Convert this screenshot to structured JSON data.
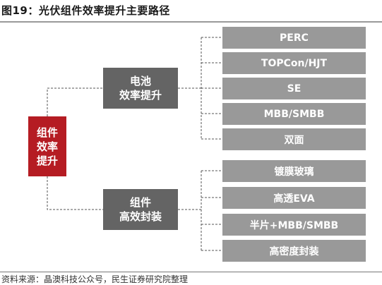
{
  "figure_title": "图19：光伏组件效率提升主要路径",
  "root": {
    "label": "组件\n效率\n提升"
  },
  "branches": [
    {
      "label": "电池\n效率提升",
      "leaves": [
        "PERC",
        "TOPCon/HJT",
        "SE",
        "MBB/SMBB",
        "双面"
      ]
    },
    {
      "label": "组件\n高效封装",
      "leaves": [
        "镀膜玻璃",
        "高透EVA",
        "半片+MBB/SMBB",
        "高密度封装"
      ]
    }
  ],
  "source_note": "资料来源：晶澳科技公众号，民生证券研究院整理",
  "colors": {
    "root": "#b51c23",
    "branch": "#646464",
    "leaf": "#999999",
    "connector": "#555555"
  }
}
